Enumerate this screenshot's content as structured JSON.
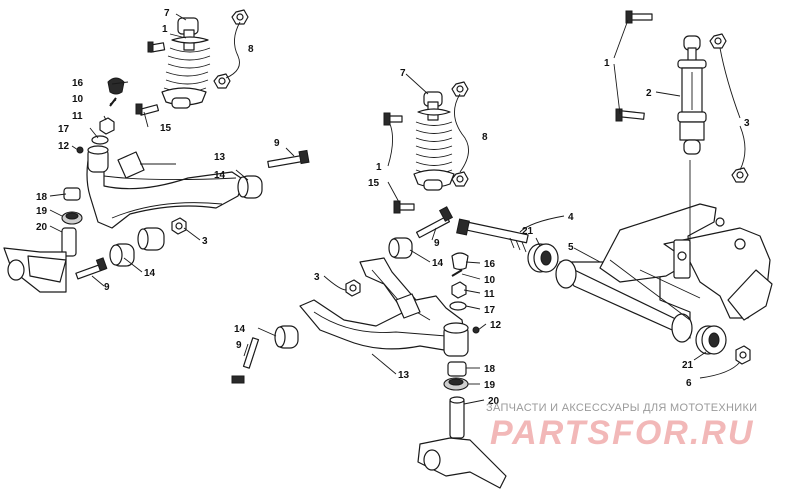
{
  "callouts": {
    "c1": "1",
    "c2": "2",
    "c3": "3",
    "c4": "4",
    "c5": "5",
    "c6": "6",
    "c7": "7",
    "c8": "8",
    "c9": "9",
    "c10": "10",
    "c11": "11",
    "c12": "12",
    "c13": "13",
    "c14": "14",
    "c15": "15",
    "c16": "16",
    "c17": "17",
    "c18": "18",
    "c19": "19",
    "c20": "20",
    "c21": "21"
  },
  "watermark": {
    "subtitle": "ЗАПЧАСТИ И АКСЕССУАРЫ ДЛЯ МОТОТЕХНИКИ",
    "logo": "PARTSFOR.RU"
  },
  "colors": {
    "line": "#1a1a1a",
    "watermark_logo": "#f2b8b8",
    "watermark_text": "#9a9a9a"
  }
}
